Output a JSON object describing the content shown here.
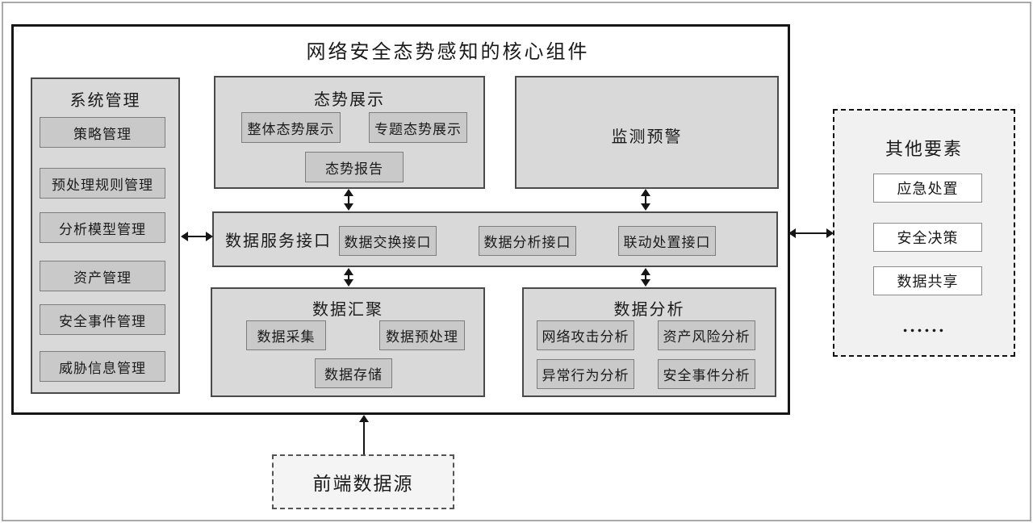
{
  "title": "网络安全态势感知的核心组件",
  "system_management": {
    "title": "系统管理",
    "items": [
      "策略管理",
      "预处理规则管理",
      "分析模型管理",
      "资产管理",
      "安全事件管理",
      "威胁信息管理"
    ]
  },
  "situation_display": {
    "title": "态势展示",
    "items": [
      "整体态势展示",
      "专题态势展示",
      "态势报告"
    ]
  },
  "monitoring_warning": {
    "title": "监测预警"
  },
  "data_service_interface": {
    "title": "数据服务接口",
    "items": [
      "数据交换接口",
      "数据分析接口",
      "联动处置接口"
    ]
  },
  "data_aggregation": {
    "title": "数据汇聚",
    "items": [
      "数据采集",
      "数据预处理",
      "数据存储"
    ]
  },
  "data_analysis": {
    "title": "数据分析",
    "items": [
      "网络攻击分析",
      "资产风险分析",
      "异常行为分析",
      "安全事件分析"
    ]
  },
  "other_elements": {
    "title": "其他要素",
    "items": [
      "应急处置",
      "安全决策",
      "数据共享"
    ],
    "ellipsis": "......"
  },
  "frontend_data_source": {
    "title": "前端数据源"
  },
  "colors": {
    "section_fill": "#d9d9d9",
    "inner_item_fill": "#c9c9c9",
    "other_elements_fill": "#f1f1f1",
    "line_color": "#151515",
    "section_border": "#4a4a4a"
  }
}
